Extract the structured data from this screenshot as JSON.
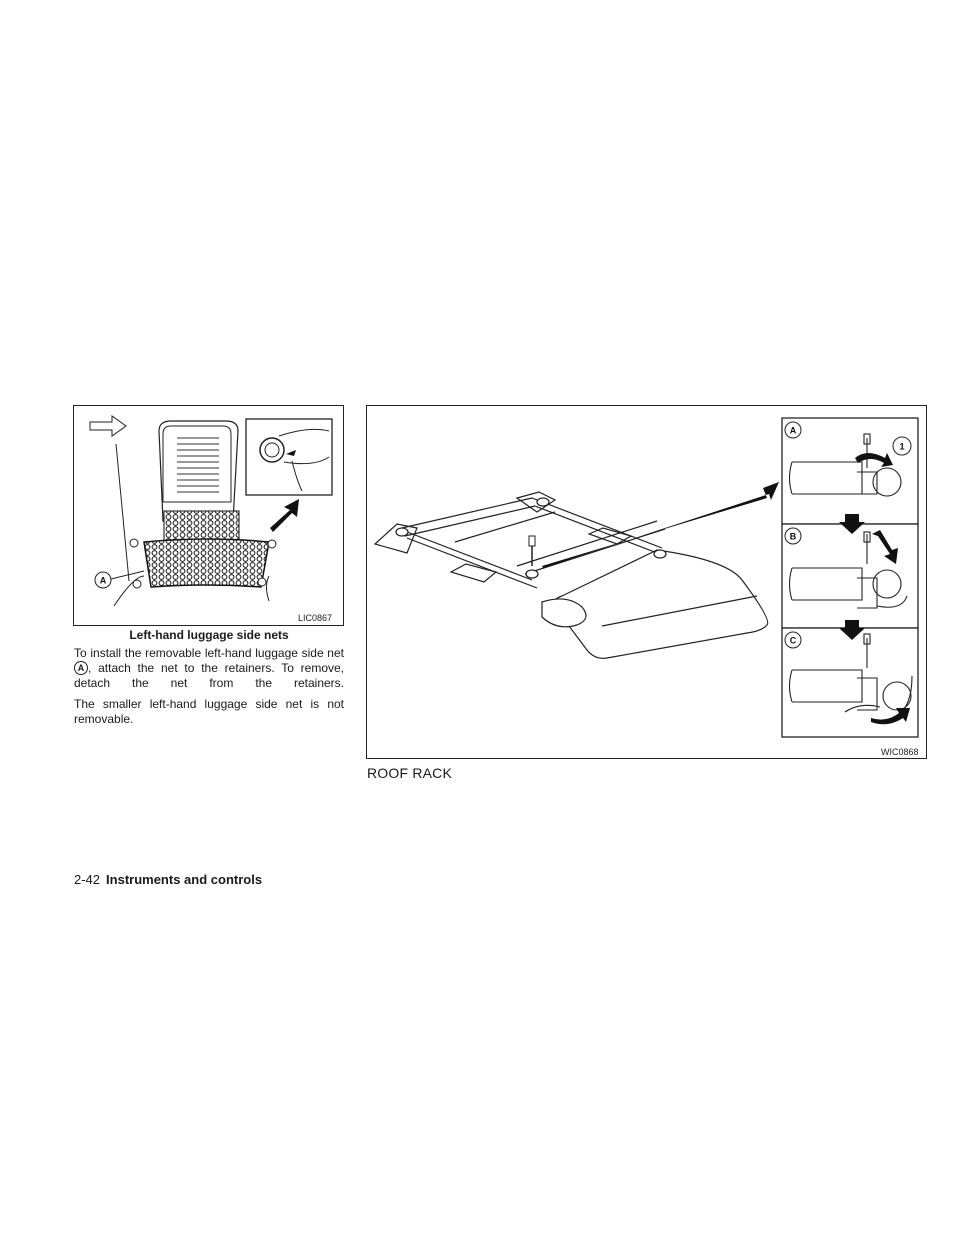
{
  "figure_left": {
    "code": "LIC0867",
    "callout": "A",
    "caption": "Left-hand luggage side nets"
  },
  "body": {
    "para1_before": "To install the removable left-hand luggage side net ",
    "para1_callout": "A",
    "para1_after": ", attach the net to the retainers. To remove, detach the net from the retainers.",
    "para2": "The smaller left-hand luggage side net is not removable."
  },
  "figure_right": {
    "code": "WIC0868",
    "callouts": [
      "A",
      "1",
      "B",
      "C"
    ]
  },
  "section_heading": "ROOF RACK",
  "footer": {
    "page_number": "2-42",
    "chapter": "Instruments and controls"
  }
}
